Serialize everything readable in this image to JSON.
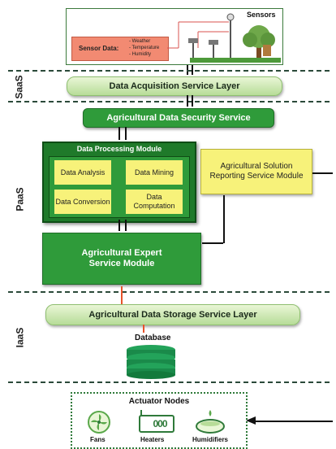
{
  "sensors": {
    "title": "Sensors",
    "data_label": "Sensor Data:",
    "items": [
      "- Weather",
      "- Temperature",
      "- Humidity"
    ]
  },
  "layers": {
    "saas": "SaaS",
    "paas": "PaaS",
    "iaas": "IaaS"
  },
  "boxes": {
    "acquisition": "Data Acquisition Service Layer",
    "security": "Agricultural Data Security Service",
    "processing_title": "Data Processing Module",
    "analysis": "Data Analysis",
    "mining": "Data Mining",
    "conversion": "Data Conversion",
    "computation": "Data Computation",
    "reporting": "Agricultural Solution Reporting Service Module",
    "expert": "Agricultural Expert Service Module",
    "storage": "Agricultural Data Storage Service Layer",
    "database": "Database"
  },
  "actuators": {
    "title": "Actuator Nodes",
    "fans": "Fans",
    "heaters": "Heaters",
    "heater_display": "000",
    "humidifiers": "Humidifiers"
  },
  "colors": {
    "green": "#2f9b3a",
    "light_green": "#c9e9ad",
    "yellow": "#f7f27a",
    "red_box": "#f28a72",
    "arrow_red": "#e8532b"
  }
}
